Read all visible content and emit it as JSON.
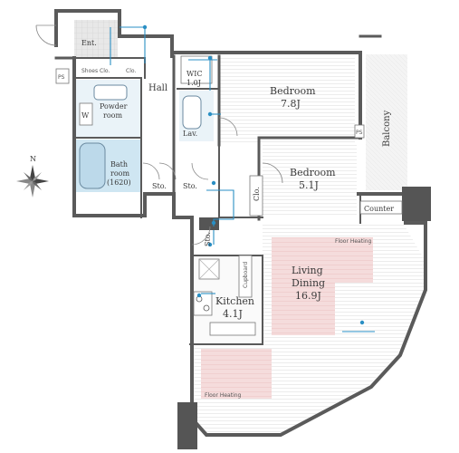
{
  "rooms": {
    "entrance": "Ent.",
    "shoes_closet": "Shoes Clo.",
    "closet_small": "Clo.",
    "ps_left": "PS",
    "hall": "Hall",
    "powder_room_1": "Powder",
    "powder_room_2": "room",
    "washer": "W",
    "bath_1": "Bath",
    "bath_2": "room",
    "bath_3": "(1620)",
    "wic_1": "WIC",
    "wic_2": "1.0J",
    "lavatory": "Lav.",
    "bedroom_a_name": "Bedroom",
    "bedroom_a_size": "7.8J",
    "bedroom_b_name": "Bedroom",
    "bedroom_b_size": "5.1J",
    "closet_bedroom": "Clo.",
    "storage_1": "Sto.",
    "storage_2": "Sto.",
    "storage_3": "Sto.",
    "ps_right": "PS",
    "balcony": "Balcony",
    "counter": "Counter",
    "floor_heating_top": "Floor Heating",
    "floor_heating_bottom": "Floor Heating",
    "living_1": "Living",
    "living_2": "Dining",
    "living_3": "16.9J",
    "cupboard": "Cupboard",
    "kitchen_name": "Kitchen",
    "kitchen_size": "4.1J"
  },
  "compass": {
    "north_label": "N"
  },
  "colors": {
    "wall": "#5a5a5a",
    "floor_heating": "#f3d6d6",
    "wet_area": "#cfe6f2",
    "wood_floor_lines": "#e2e2e2",
    "tile": "#d9d9d9",
    "conduit": "#2a8fc4"
  }
}
